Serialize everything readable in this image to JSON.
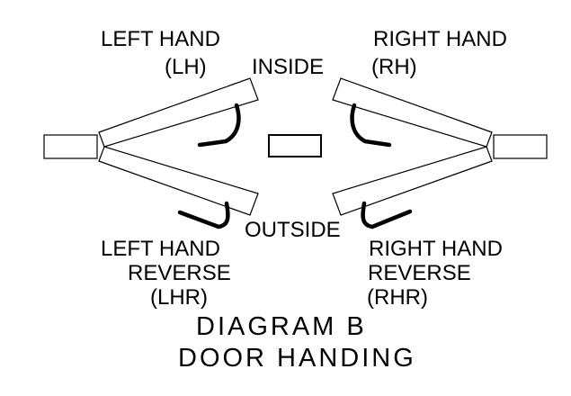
{
  "diagram": {
    "inside_label": "INSIDE",
    "outside_label": "OUTSIDE",
    "quadrants": {
      "top_left": {
        "line1": "LEFT HAND",
        "line2": "(LH)"
      },
      "top_right": {
        "line1": "RIGHT HAND",
        "line2": "(RH)"
      },
      "bottom_left": {
        "line1": "LEFT HAND",
        "line2": "REVERSE",
        "line3": "(LHR)"
      },
      "bottom_right": {
        "line1": "RIGHT HAND",
        "line2": "REVERSE",
        "line3": "(RHR)"
      }
    },
    "title": {
      "line1": "DIAGRAM B",
      "line2": "DOOR HANDING"
    },
    "colors": {
      "line": "#000000",
      "background": "#ffffff"
    }
  }
}
